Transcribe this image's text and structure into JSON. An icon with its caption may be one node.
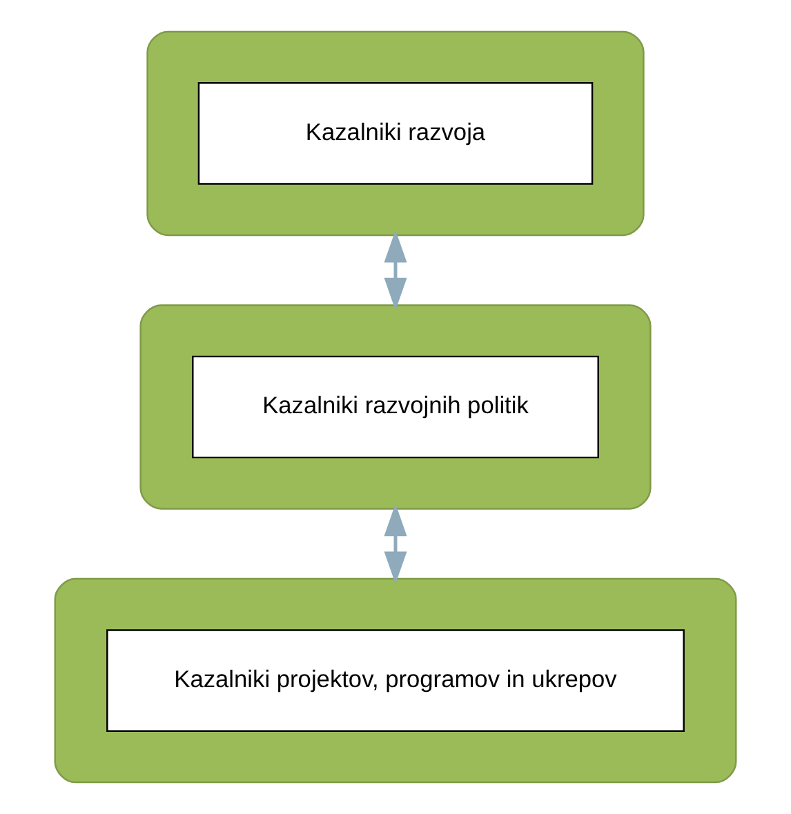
{
  "diagram": {
    "nodes": [
      {
        "text": [],
        "shape": "box"
      },
      {
        "text": [
          "Kazalniki razvoja"
        ],
        "in": 0
      },
      {
        "text": [],
        "shape": "box"
      },
      {
        "text": [
          "Kazalniki razvojnih politik"
        ],
        "in": 2
      },
      {
        "text": [],
        "shape": "box"
      },
      {
        "text": [
          "Kazalniki projektov, programov in ukrepov"
        ],
        "in": 4
      }
    ],
    "edges": [
      {
        "from": 0,
        "to": 2,
        "arrow": "both"
      },
      {
        "from": 2,
        "to": 4,
        "arrow": "both"
      }
    ]
  }
}
